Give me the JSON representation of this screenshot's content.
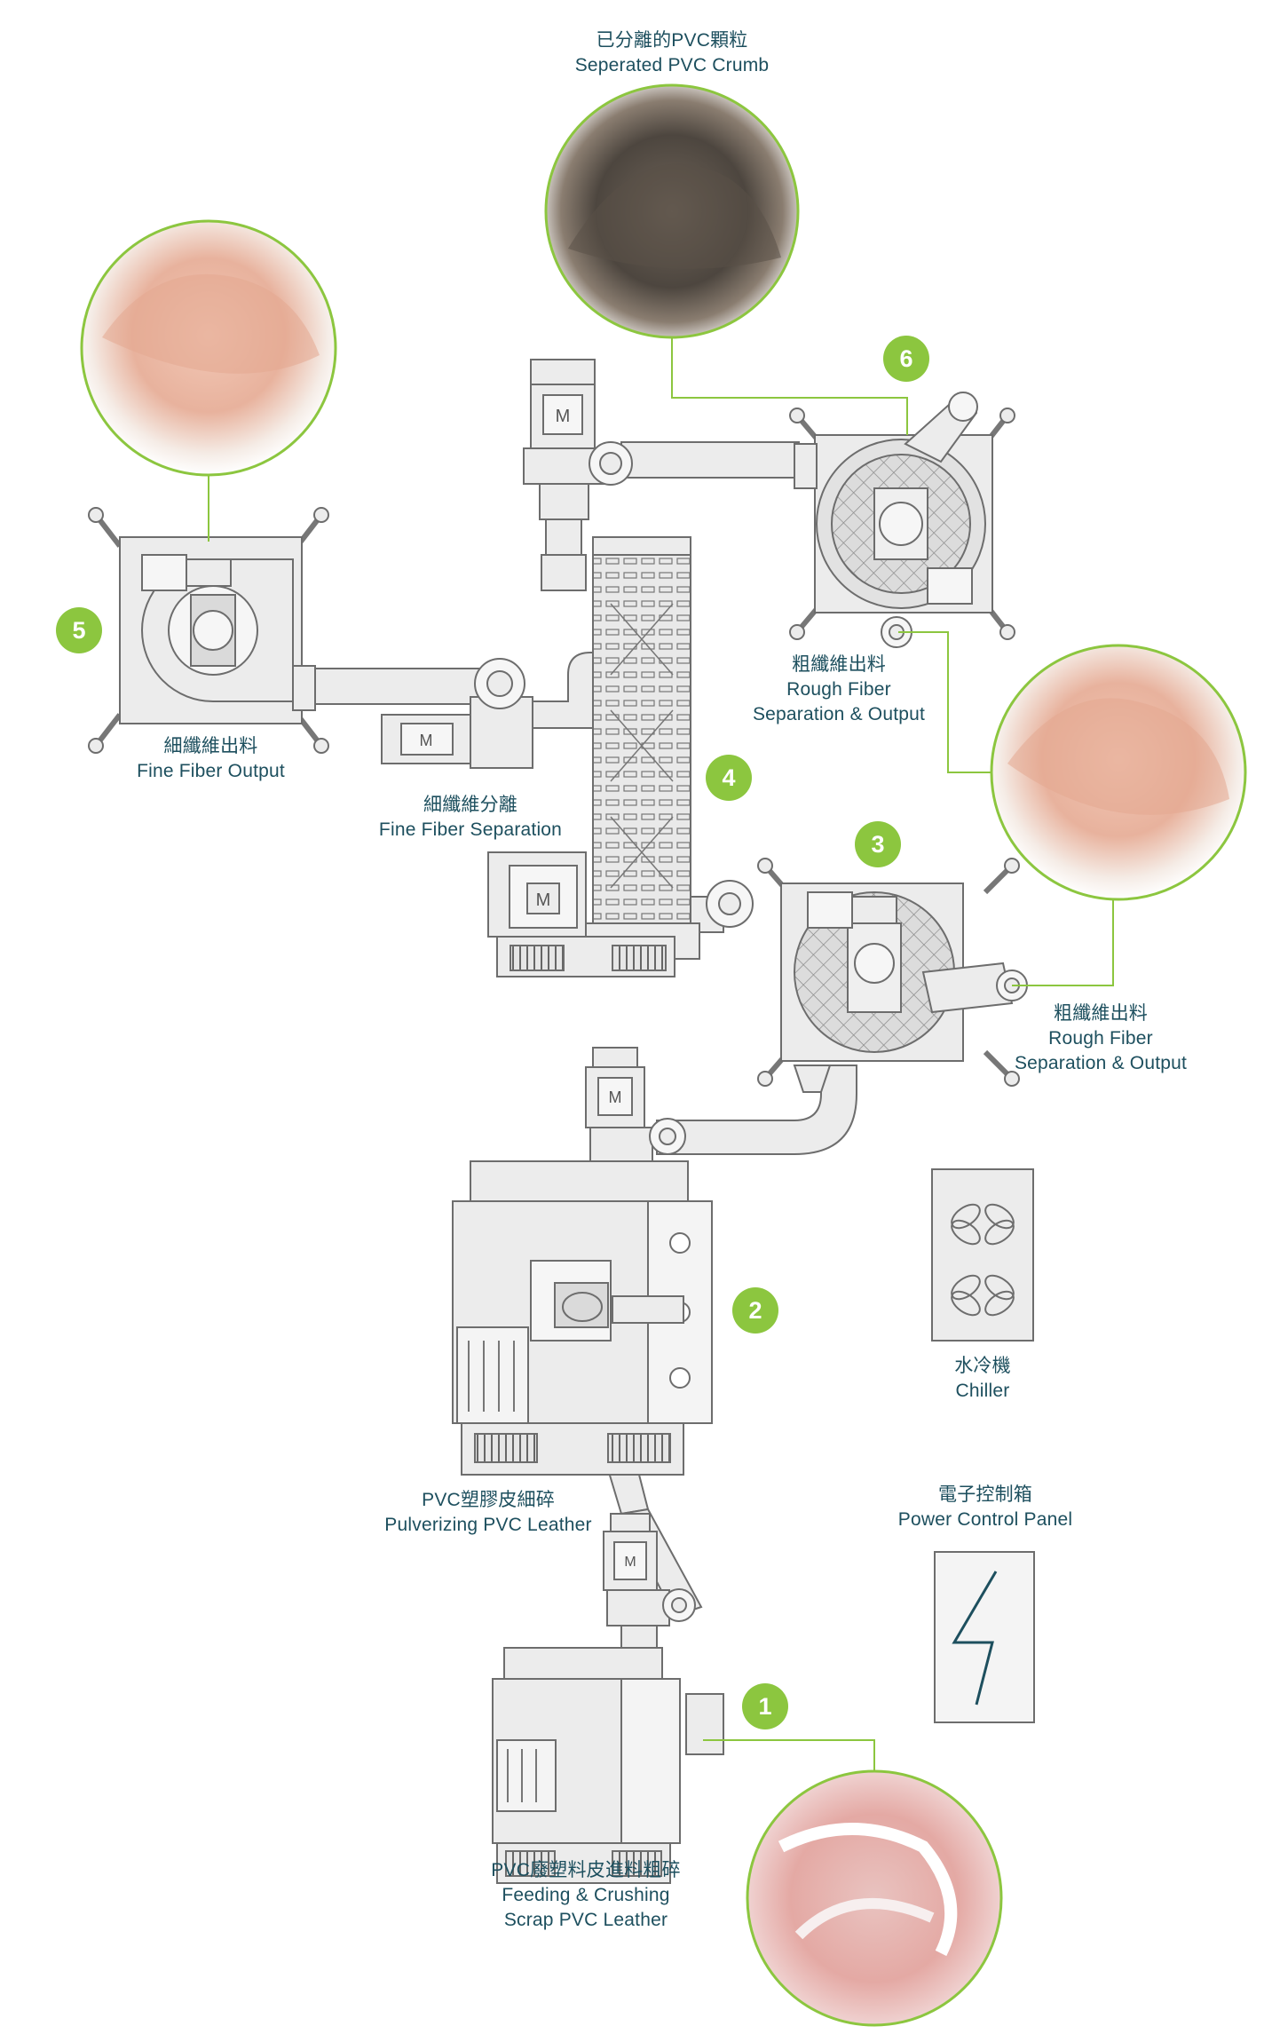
{
  "labels": {
    "crumb": {
      "zh": "已分離的PVC顆粒",
      "en": "Seperated PVC Crumb"
    },
    "fine_output": {
      "zh": "細纖維出料",
      "en": "Fine Fiber Output"
    },
    "fine_sep": {
      "zh": "細纖維分離",
      "en": "Fine Fiber Separation"
    },
    "rough_upper": {
      "zh": "粗纖維出料",
      "en1": "Rough Fiber",
      "en2": "Separation & Output"
    },
    "rough_lower": {
      "zh": "粗纖維出料",
      "en1": "Rough Fiber",
      "en2": "Separation & Output"
    },
    "chiller": {
      "zh": "水冷機",
      "en": "Chiller"
    },
    "panel": {
      "zh": "電子控制箱",
      "en": "Power Control Panel"
    },
    "pulverize": {
      "zh": "PVC塑膠皮細碎",
      "en": "Pulverizing PVC Leather"
    },
    "feeding": {
      "zh": "PVC廢塑料皮進料粗碎",
      "en1": "Feeding & Crushing",
      "en2": "Scrap PVC Leather"
    }
  },
  "steps": [
    "1",
    "2",
    "3",
    "4",
    "5",
    "6"
  ],
  "motor_mark": "M",
  "colors": {
    "accent": "#8cc63f",
    "text": "#1d4f5e",
    "machine_fill": "#ececec",
    "machine_stroke": "#6d6d6d"
  }
}
